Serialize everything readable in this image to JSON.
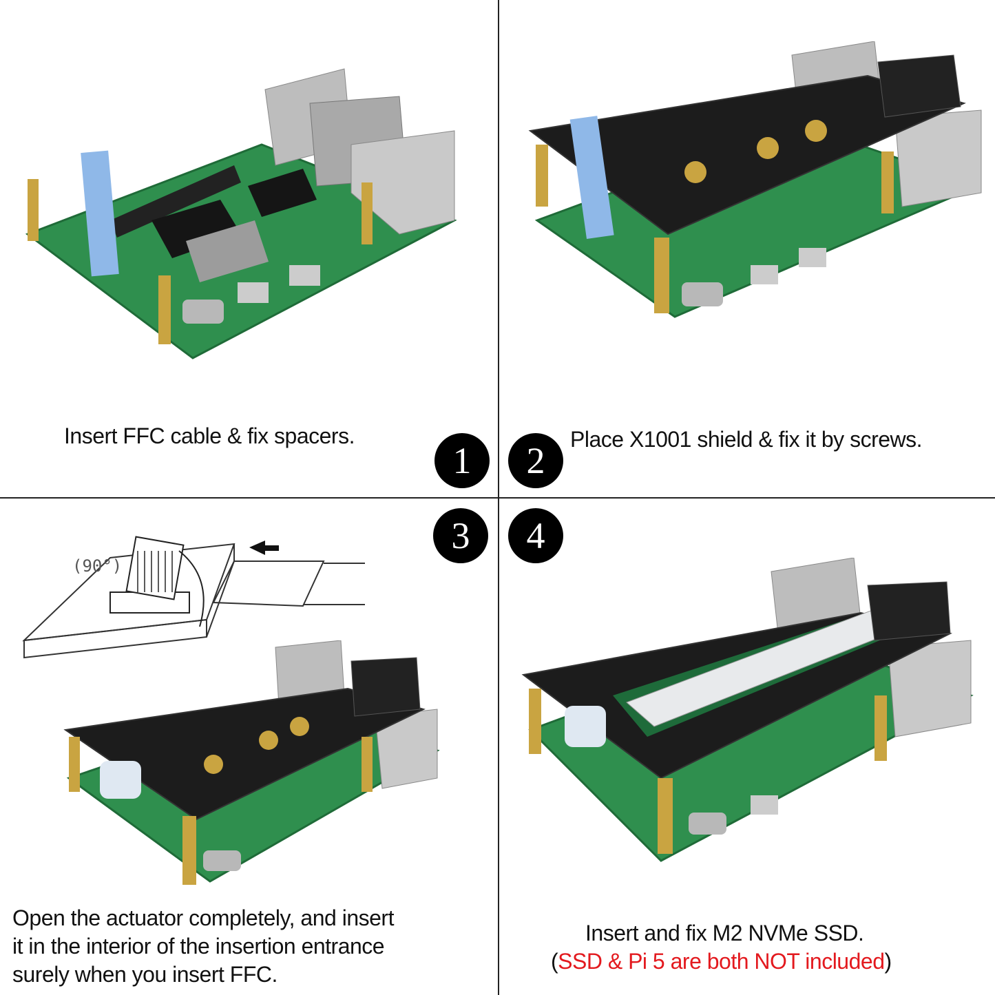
{
  "steps": [
    {
      "number": "1",
      "caption": "Insert FFC cable & fix spacers."
    },
    {
      "number": "2",
      "caption": "Place X1001 shield & fix it by screws."
    },
    {
      "number": "3",
      "caption_lines": [
        "Open the actuator completely, and insert",
        "it in the interior of the insertion entrance",
        "surely when you insert FFC."
      ],
      "diagram_label": "(90°)"
    },
    {
      "number": "4",
      "caption": "Insert and fix M2 NVMe SSD.",
      "note_open": "(",
      "note": "SSD & Pi 5 are both NOT included",
      "note_close": ")"
    }
  ],
  "colors": {
    "note_red": "#e3191e",
    "board_green": "#2f8f4e",
    "shield_black": "#1c1c1c",
    "spacer_brass": "#c9a441"
  }
}
